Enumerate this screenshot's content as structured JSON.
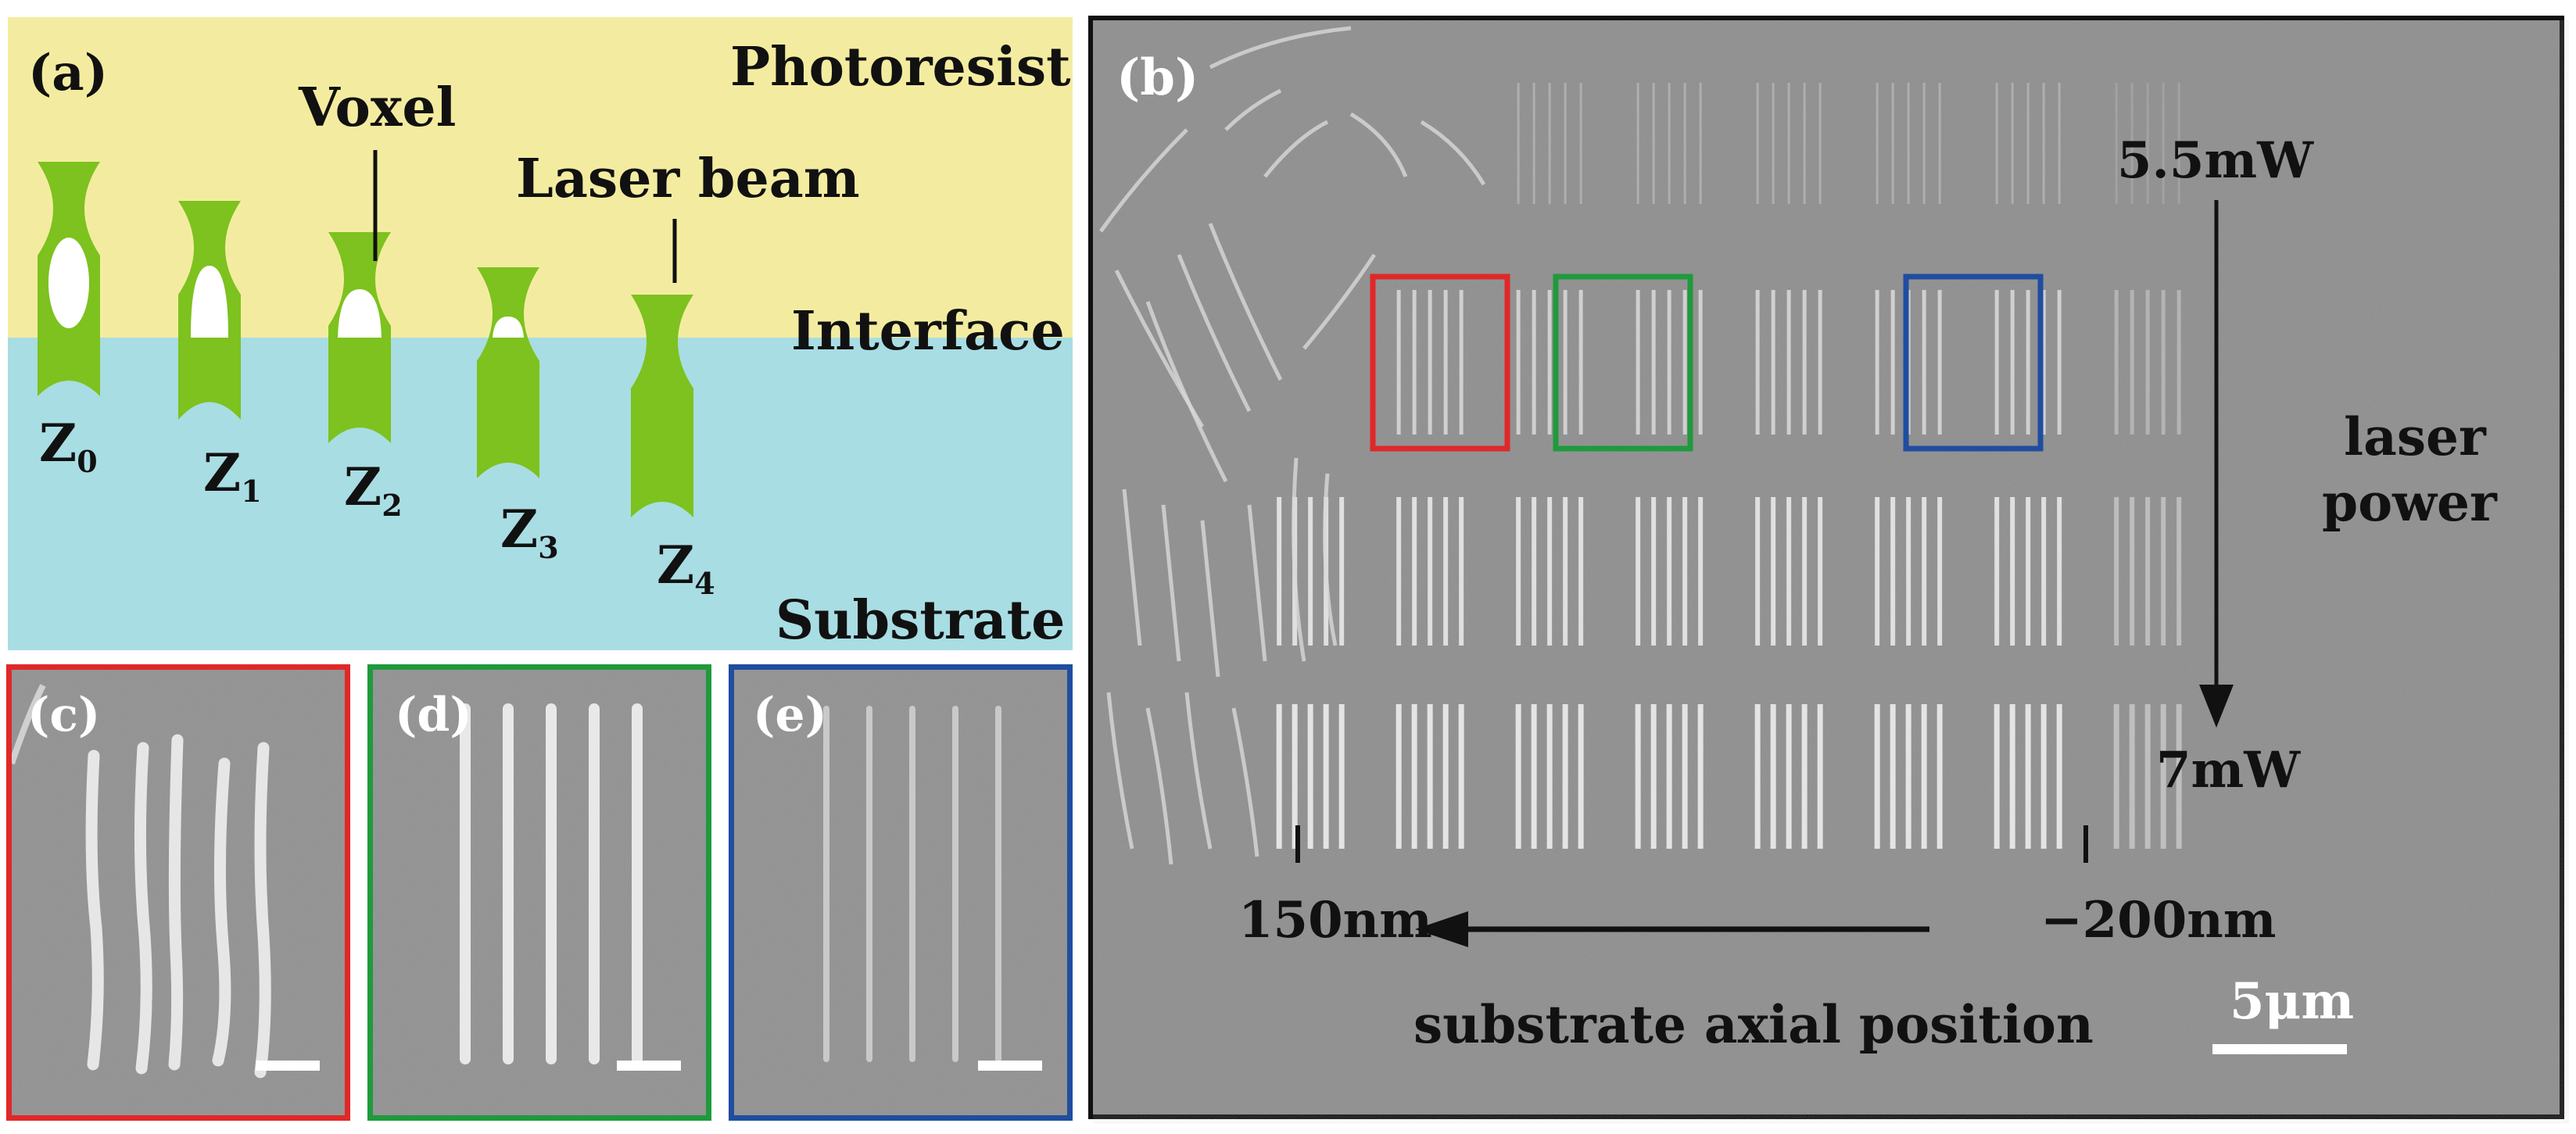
{
  "colors": {
    "photoresist": "#f3eca0",
    "substrate": "#a8dde3",
    "beam": "#7dc21e",
    "voxel": "#ffffff",
    "sem_bg": "#8b8b8b",
    "line": "#dcdcdc",
    "red": "#e02828",
    "green": "#1f9a3c",
    "blue": "#1f4da0",
    "frame": "#111111"
  },
  "panel_a": {
    "label": "(a)",
    "photoresist_label": "Photoresist",
    "voxel_label": "Voxel",
    "laser_beam_label": "Laser beam",
    "interface_label": "Interface",
    "substrate_label": "Substrate",
    "z_labels": [
      {
        "main": "Z",
        "sub": "0"
      },
      {
        "main": "Z",
        "sub": "1"
      },
      {
        "main": "Z",
        "sub": "2"
      },
      {
        "main": "Z",
        "sub": "3"
      },
      {
        "main": "Z",
        "sub": "4"
      }
    ]
  },
  "panel_b": {
    "label": "(b)",
    "power_start": "5.5mW",
    "power_end": "7mW",
    "power_axis_line1": "laser",
    "power_axis_line2": "power",
    "position_start": "150nm",
    "position_end": "−200nm",
    "position_axis": "substrate axial position",
    "scale_bar": "5μm"
  },
  "panel_c": {
    "label": "(c)"
  },
  "panel_d": {
    "label": "(d)"
  },
  "panel_e": {
    "label": "(e)"
  }
}
